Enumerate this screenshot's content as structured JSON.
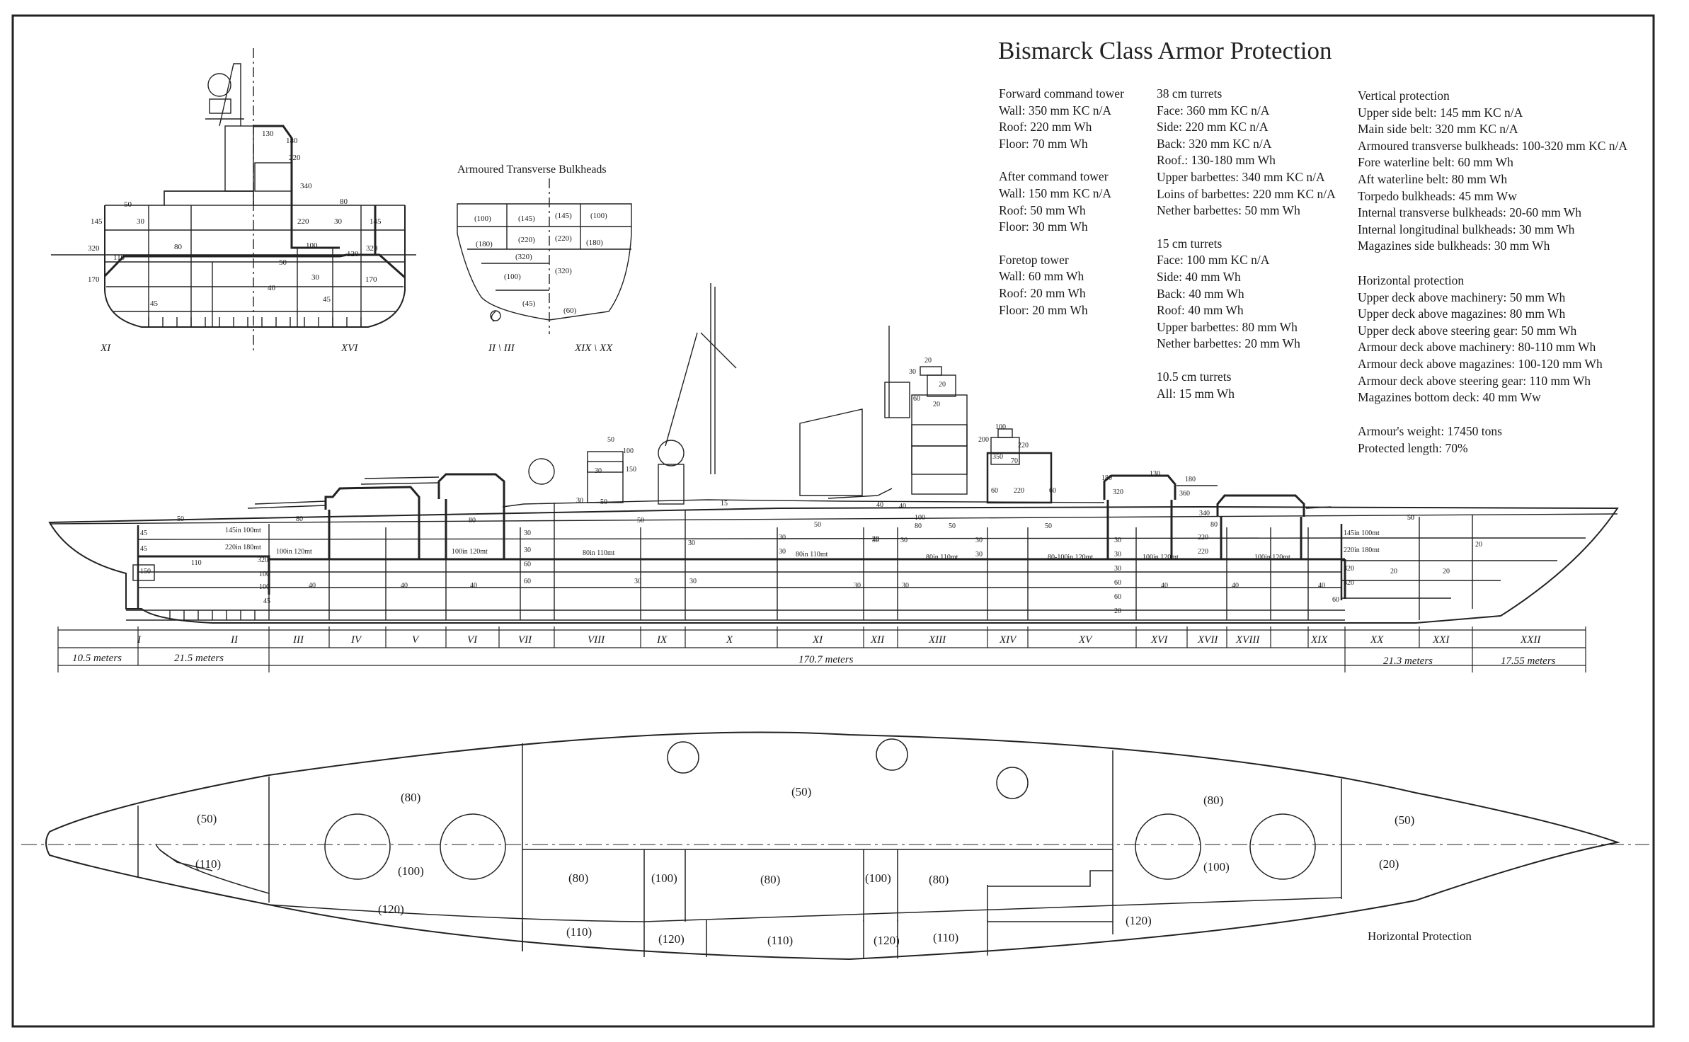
{
  "title": "Bismarck Class Armor Protection",
  "forward_tower": {
    "heading": "Forward command tower",
    "lines": [
      "Wall: 350 mm KC n/A",
      "Roof: 220 mm Wh",
      "Floor: 70 mm Wh"
    ]
  },
  "after_tower": {
    "heading": "After command tower",
    "lines": [
      "Wall: 150 mm KC n/A",
      "Roof: 50 mm Wh",
      "Floor: 30 mm Wh"
    ]
  },
  "foretop": {
    "heading": "Foretop tower",
    "lines": [
      "Wall: 60 mm Wh",
      "Roof: 20 mm Wh",
      "Floor: 20 mm Wh"
    ]
  },
  "turrets_38": {
    "heading": "38 cm turrets",
    "lines": [
      "Face: 360 mm KC n/A",
      "Side: 220 mm KC n/A",
      "Back: 320 mm KC n/A",
      "Roof.: 130-180 mm Wh",
      "Upper barbettes: 340 mm KC n/A",
      "Loins of barbettes: 220 mm KC n/A",
      "Nether barbettes: 50 mm Wh"
    ]
  },
  "turrets_15": {
    "heading": "15 cm turrets",
    "lines": [
      "Face: 100 mm KC n/A",
      "Side: 40 mm Wh",
      "Back: 40 mm Wh",
      "Roof: 40 mm Wh",
      "Upper barbettes: 80 mm Wh",
      "Nether barbettes: 20 mm Wh"
    ]
  },
  "turrets_105": {
    "heading": "10.5 cm turrets",
    "lines": [
      "All: 15 mm Wh"
    ]
  },
  "vertical": {
    "heading": "Vertical protection",
    "lines": [
      "Upper side belt: 145 mm KC n/A",
      "Main side belt: 320 mm KC n/A",
      "Armoured transverse bulkheads: 100-320 mm KC n/A",
      "Fore waterline belt: 60 mm Wh",
      "Aft waterline belt: 80 mm Wh",
      "Torpedo bulkheads: 45 mm Ww",
      "Internal transverse bulkheads: 20-60 mm Wh",
      "Internal longitudinal bulkheads: 30 mm Wh",
      "Magazines side bulkheads: 30 mm Wh"
    ]
  },
  "horizontal": {
    "heading": "Horizontal protection",
    "lines": [
      "Upper deck above machinery: 50 mm Wh",
      "Upper deck above magazines: 80 mm Wh",
      "Upper deck above steering gear: 50 mm Wh",
      "Armour deck above machinery: 80-110 mm Wh",
      "Armour deck above magazines: 100-120 mm Wh",
      "Armour deck above steering gear: 110 mm Wh",
      "Magazines bottom deck: 40 mm Ww"
    ]
  },
  "totals": {
    "lines": [
      "Armour's weight: 17450 tons",
      "Protected length: 70%"
    ]
  },
  "cross_section": {
    "labels": {
      "left": [
        "50",
        "145",
        "30",
        "80",
        "320",
        "110",
        "170",
        "45"
      ],
      "right": [
        "130",
        "180",
        "220",
        "340",
        "80",
        "220",
        "30",
        "145",
        "100",
        "320",
        "120",
        "50",
        "30",
        "40",
        "45",
        "170"
      ]
    },
    "section_left": "XI",
    "section_right": "XVI"
  },
  "bulkheads": {
    "title": "Armoured Transverse Bulkheads",
    "left_values": [
      "(100)",
      "(145)",
      "(180)",
      "(220)",
      "(320)",
      "(100)",
      "(45)"
    ],
    "right_values": [
      "(145)",
      "(100)",
      "(220)",
      "(180)",
      "(320)",
      "(60)"
    ],
    "section_left": "II \\ III",
    "section_right": "XIX \\ XX"
  },
  "profile": {
    "sections": [
      "I",
      "II",
      "III",
      "IV",
      "V",
      "VI",
      "VII",
      "VIII",
      "IX",
      "X",
      "XI",
      "XII",
      "XIII",
      "XIV",
      "XV",
      "XVI",
      "XVII",
      "XVIII",
      "XIX",
      "XX",
      "XXI",
      "XXII"
    ],
    "lengths": [
      "10.5 meters",
      "21.5 meters",
      "170.7 meters",
      "21.3 meters",
      "17.55 meters"
    ],
    "bow_labels": [
      "45",
      "45",
      "150",
      "110",
      "320",
      "100",
      "100",
      "45",
      "145in 100mt",
      "220in 180mt"
    ],
    "deck_labels": [
      "50",
      "80",
      "80",
      "50",
      "50",
      "50",
      "50",
      "50"
    ],
    "armor_deck_labels": [
      "100in 120mt",
      "100in 120mt",
      "80in 110mt",
      "80in 110mt",
      "80in 110mt",
      "80-100in 120mt",
      "100in 120mt",
      "100in 120mt"
    ],
    "bulkhead_labels": [
      "30",
      "30",
      "60",
      "60",
      "30",
      "30",
      "30",
      "30",
      "30",
      "20",
      "30",
      "30",
      "30",
      "30",
      "30",
      "60",
      "60",
      "20"
    ],
    "lower_labels": [
      "40",
      "40",
      "40",
      "30",
      "30",
      "30",
      "30",
      "40",
      "40",
      "40",
      "60"
    ],
    "tower_labels": [
      "50",
      "100",
      "150",
      "30",
      "30",
      "50",
      "15",
      "20",
      "30",
      "20",
      "60",
      "20",
      "100",
      "200",
      "220",
      "350",
      "70",
      "60",
      "220",
      "60",
      "40",
      "40",
      "100",
      "80",
      "130",
      "180",
      "180",
      "320",
      "360",
      "340",
      "80",
      "220",
      "220",
      "50",
      "20",
      "20",
      "20",
      "145in 100mt",
      "220in 180mt",
      "320",
      "320"
    ]
  },
  "plan": {
    "title": "Horizontal Protection",
    "values": [
      "(50)",
      "(110)",
      "(80)",
      "(100)",
      "(120)",
      "(50)",
      "(80)",
      "(100)",
      "(80)",
      "(100)",
      "(80)",
      "(110)",
      "(120)",
      "(110)",
      "(120)",
      "(110)",
      "(80)",
      "(100)",
      "(120)",
      "(50)",
      "(20)"
    ]
  }
}
